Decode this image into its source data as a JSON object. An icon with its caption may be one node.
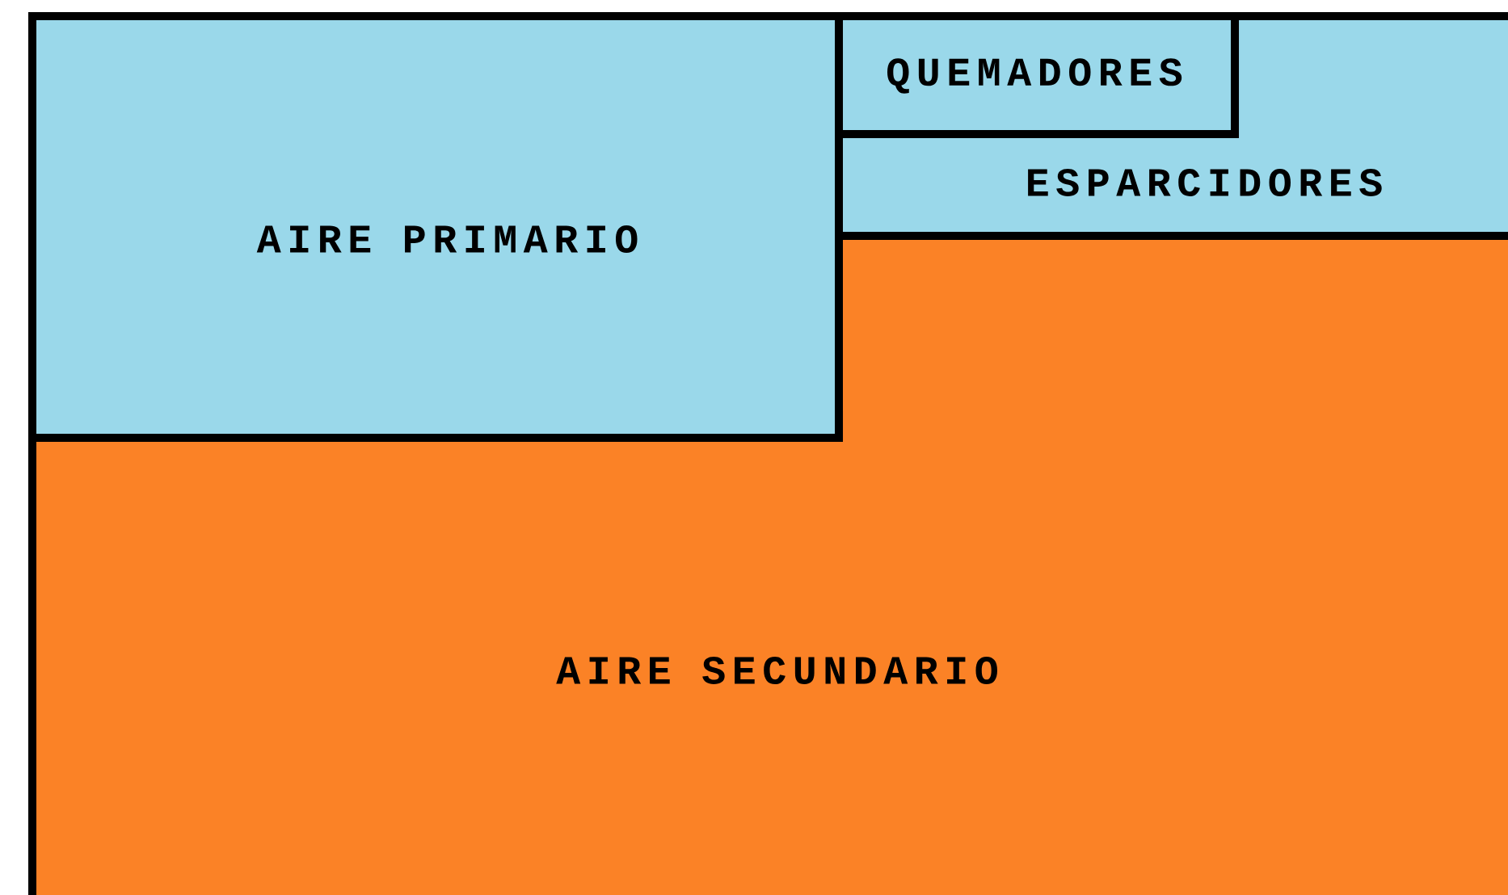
{
  "diagram": {
    "nodes": [
      {
        "text": [
          "AIRE PRIMARIO"
        ]
      },
      {
        "text": [
          "ESPARCIDORES"
        ]
      },
      {
        "text": [
          "QUEMADORES"
        ],
        "in": 1
      },
      {
        "text": [
          "AIRE SECUNDARIO"
        ]
      }
    ]
  }
}
